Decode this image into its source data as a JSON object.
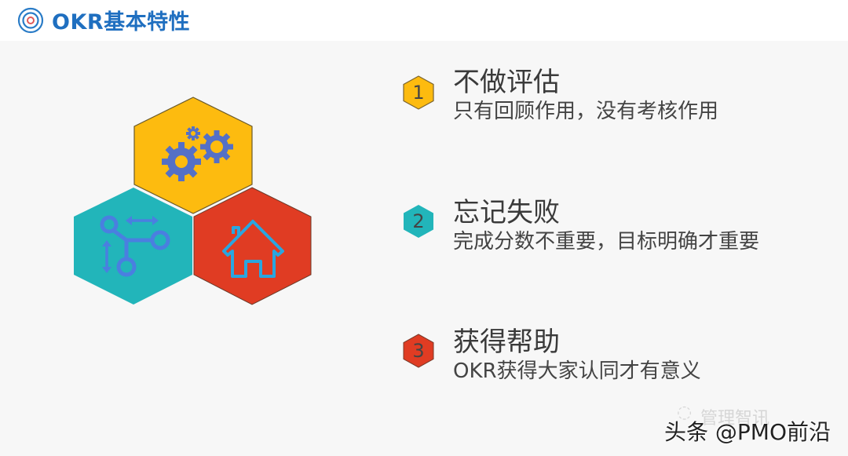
{
  "header": {
    "title": "OKR基本特性",
    "icon": "target-icon",
    "title_color": "#1f6fc0"
  },
  "illustration": {
    "hexagons": [
      {
        "name": "top",
        "color": "#fdbb0f",
        "icon": "gears-icon",
        "icon_color": "#5470c6"
      },
      {
        "name": "left",
        "color": "#22b5ba",
        "icon": "workflow-icon",
        "icon_color": "#4a7fe0"
      },
      {
        "name": "right",
        "color": "#e03c23",
        "icon": "house-icon",
        "icon_color": "#2aa6e0"
      }
    ]
  },
  "items": [
    {
      "number": "1",
      "title": "不做评估",
      "description": "只有回顾作用，没有考核作用",
      "color": "#fdbb0f"
    },
    {
      "number": "2",
      "title": "忘记失败",
      "description": "完成分数不重要，目标明确才重要",
      "color": "#22b5ba"
    },
    {
      "number": "3",
      "title": "获得帮助",
      "description": "OKR获得大家认同才有意义",
      "color": "#e03c23"
    }
  ],
  "watermarks": {
    "wechat": "管理智讯",
    "toutiao": "头条 @PMO前沿"
  }
}
